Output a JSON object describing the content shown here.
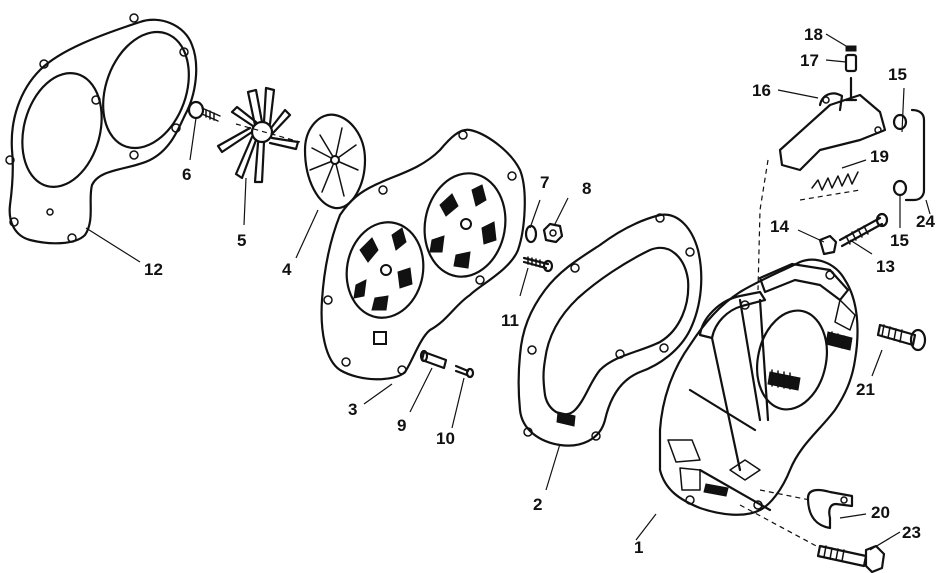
{
  "diagram": {
    "callouts": {
      "c1": "1",
      "c2": "2",
      "c3": "3",
      "c4": "4",
      "c5": "5",
      "c6": "6",
      "c7": "7",
      "c8": "8",
      "c9": "9",
      "c10": "10",
      "c11": "11",
      "c12": "12",
      "c13": "13",
      "c14": "14",
      "c15a": "15",
      "c15b": "15",
      "c16": "16",
      "c17": "17",
      "c18": "18",
      "c19": "19",
      "c20": "20",
      "c21": "21",
      "c23": "23",
      "c24": "24"
    }
  }
}
